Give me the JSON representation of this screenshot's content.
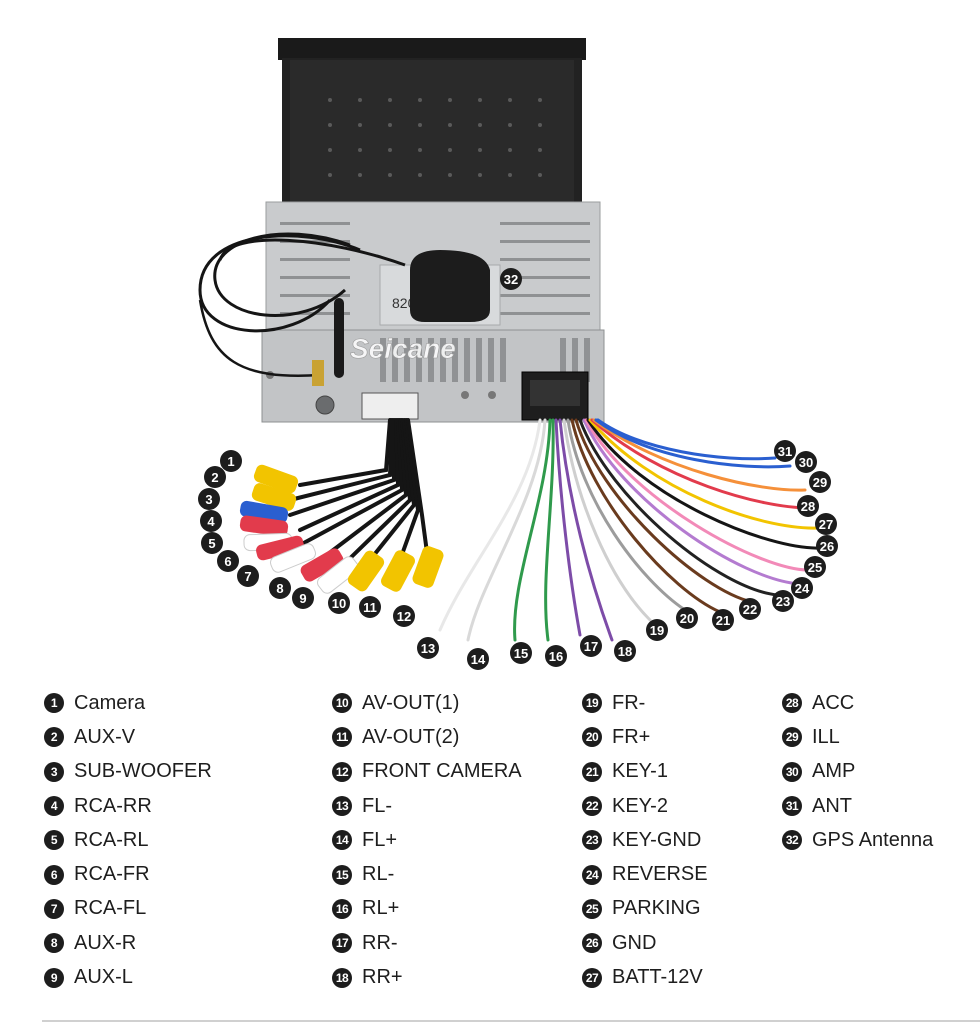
{
  "watermark": "Seicane",
  "unit_label": "8207T",
  "legend": [
    {
      "num": "1",
      "label": "Camera"
    },
    {
      "num": "2",
      "label": "AUX-V"
    },
    {
      "num": "3",
      "label": "SUB-WOOFER"
    },
    {
      "num": "4",
      "label": "RCA-RR"
    },
    {
      "num": "5",
      "label": "RCA-RL"
    },
    {
      "num": "6",
      "label": "RCA-FR"
    },
    {
      "num": "7",
      "label": "RCA-FL"
    },
    {
      "num": "8",
      "label": "AUX-R"
    },
    {
      "num": "9",
      "label": "AUX-L"
    },
    {
      "num": "10",
      "label": "AV-OUT(1)"
    },
    {
      "num": "11",
      "label": "AV-OUT(2)"
    },
    {
      "num": "12",
      "label": "FRONT CAMERA"
    },
    {
      "num": "13",
      "label": "FL-"
    },
    {
      "num": "14",
      "label": "FL+"
    },
    {
      "num": "15",
      "label": "RL-"
    },
    {
      "num": "16",
      "label": "RL+"
    },
    {
      "num": "17",
      "label": "RR-"
    },
    {
      "num": "18",
      "label": "RR+"
    },
    {
      "num": "19",
      "label": "FR-"
    },
    {
      "num": "20",
      "label": "FR+"
    },
    {
      "num": "21",
      "label": "KEY-1"
    },
    {
      "num": "22",
      "label": "KEY-2"
    },
    {
      "num": "23",
      "label": "KEY-GND"
    },
    {
      "num": "24",
      "label": "REVERSE"
    },
    {
      "num": "25",
      "label": "PARKING"
    },
    {
      "num": "26",
      "label": "GND"
    },
    {
      "num": "27",
      "label": "BATT-12V"
    },
    {
      "num": "28",
      "label": "ACC"
    },
    {
      "num": "29",
      "label": "ILL"
    },
    {
      "num": "30",
      "label": "AMP"
    },
    {
      "num": "31",
      "label": "ANT"
    },
    {
      "num": "32",
      "label": "GPS Antenna"
    }
  ]
}
